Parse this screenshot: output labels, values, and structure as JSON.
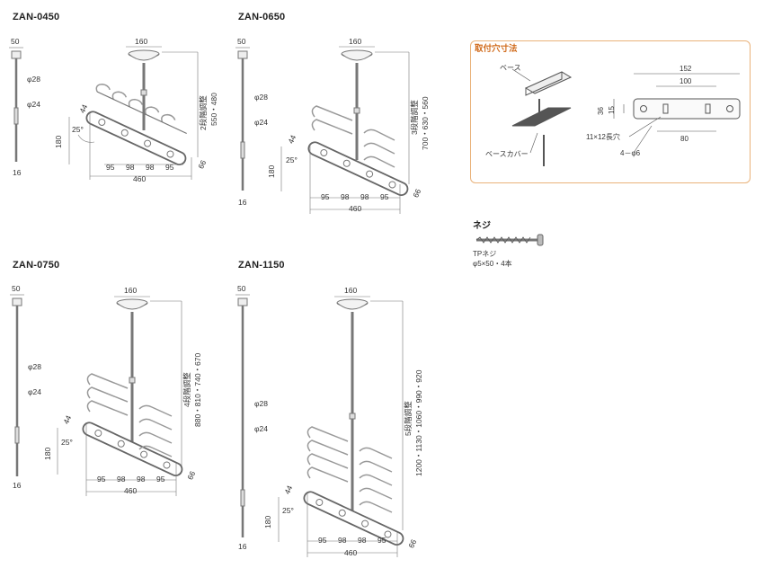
{
  "models": [
    {
      "name": "ZAN-0450",
      "height_range": "550・480",
      "steps_label": "2段階調整"
    },
    {
      "name": "ZAN-0650",
      "height_range": "700・630・560",
      "steps_label": "3段階調整"
    },
    {
      "name": "ZAN-0750",
      "height_range": "880・810・740・670",
      "steps_label": "4段階調整"
    },
    {
      "name": "ZAN-1150",
      "height_range": "1200・1130・1060・990・920",
      "steps_label": "5段階調整"
    }
  ],
  "common_dims": {
    "base_width": "160",
    "side_width": "50",
    "pole_upper": "φ28",
    "pole_lower": "φ24",
    "pole_bottom": "16",
    "hanger_height": "180",
    "angle": "25°",
    "spacing": [
      "95",
      "98",
      "98",
      "95"
    ],
    "total_width": "460",
    "hook_width": "44",
    "hook_end": "66"
  },
  "mount_panel": {
    "title": "取付穴寸法",
    "base_label": "ベース",
    "cover_label": "ベースカバー",
    "width_outer": "152",
    "width_inner": "100",
    "height_outer": "36",
    "height_inner": "15",
    "slot_label": "11×12長穴",
    "hole_label": "4－φ6",
    "hole_spacing": "80"
  },
  "screw": {
    "title": "ネジ",
    "name": "TPネジ",
    "spec": "φ5×50・4本"
  }
}
